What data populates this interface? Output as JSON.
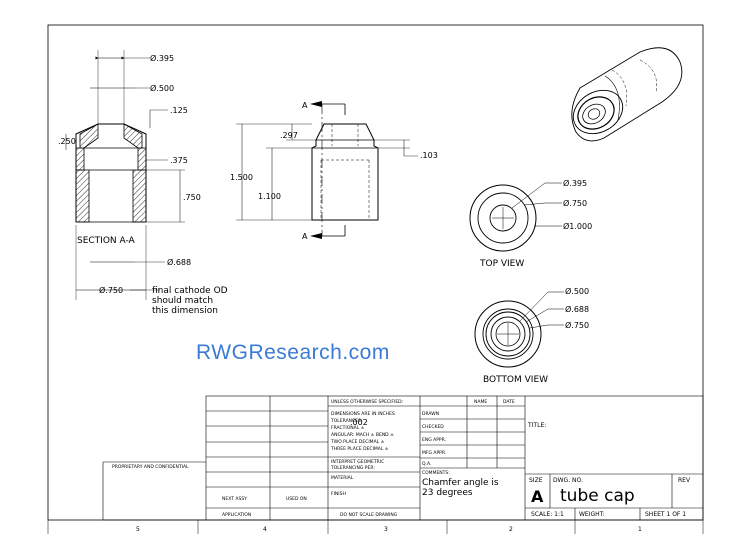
{
  "watermark": "RWGResearch.com",
  "section_view": {
    "label": "SECTION A-A",
    "dims": [
      "Ø.395",
      "Ø.500",
      ".125",
      ".250",
      ".375",
      ".750",
      "Ø.688",
      "Ø.750"
    ],
    "note": [
      "final cathode OD",
      "should match",
      "this dimension"
    ]
  },
  "front_view": {
    "section_marker": "A",
    "dims": [
      ".297",
      ".103",
      "1.500",
      "1.100"
    ]
  },
  "top_view": {
    "label": "TOP VIEW",
    "dims": [
      "Ø.395",
      "Ø.750",
      "Ø1.000"
    ]
  },
  "bottom_view": {
    "label": "BOTTOM VIEW",
    "dims": [
      "Ø.500",
      "Ø.688",
      "Ø.750"
    ]
  },
  "title_block": {
    "tolerance_header": "UNLESS OTHERWISE SPECIFIED:",
    "tolerance_lines": [
      "DIMENSIONS ARE IN INCHES",
      "TOLERANCES:",
      "FRACTIONAL ±",
      "ANGULAR: MACH ±   BEND ±",
      "TWO PLACE DECIMAL   ±",
      "THREE PLACE DECIMAL  ±"
    ],
    "tolerance_value": ".002",
    "interpret_lines": [
      "INTERPRET GEOMETRIC",
      "TOLERANCING PER:"
    ],
    "material": "MATERIAL",
    "finish": "FINISH",
    "name_col": "NAME",
    "date_col": "DATE",
    "rows": [
      "DRAWN",
      "CHECKED",
      "ENG APPR.",
      "MFG APPR.",
      "Q.A."
    ],
    "comments_label": "COMMENTS:",
    "comments": [
      "Chamfer angle is",
      "23 degrees"
    ],
    "title_label": "TITLE:",
    "size_label": "SIZE",
    "size": "A",
    "dwg_no_label": "DWG. NO.",
    "dwg_no": "tube cap",
    "rev_label": "REV",
    "scale": "SCALE: 1:1",
    "weight": "WEIGHT:",
    "sheet": "SHEET 1 OF 1",
    "next_assy": "NEXT ASSY",
    "used_on": "USED ON",
    "application": "APPLICATION",
    "do_not_scale": "DO NOT SCALE DRAWING",
    "proprietary": "PROPRIETARY AND CONFIDENTIAL"
  },
  "zones": [
    "5",
    "4",
    "3",
    "2",
    "1"
  ]
}
